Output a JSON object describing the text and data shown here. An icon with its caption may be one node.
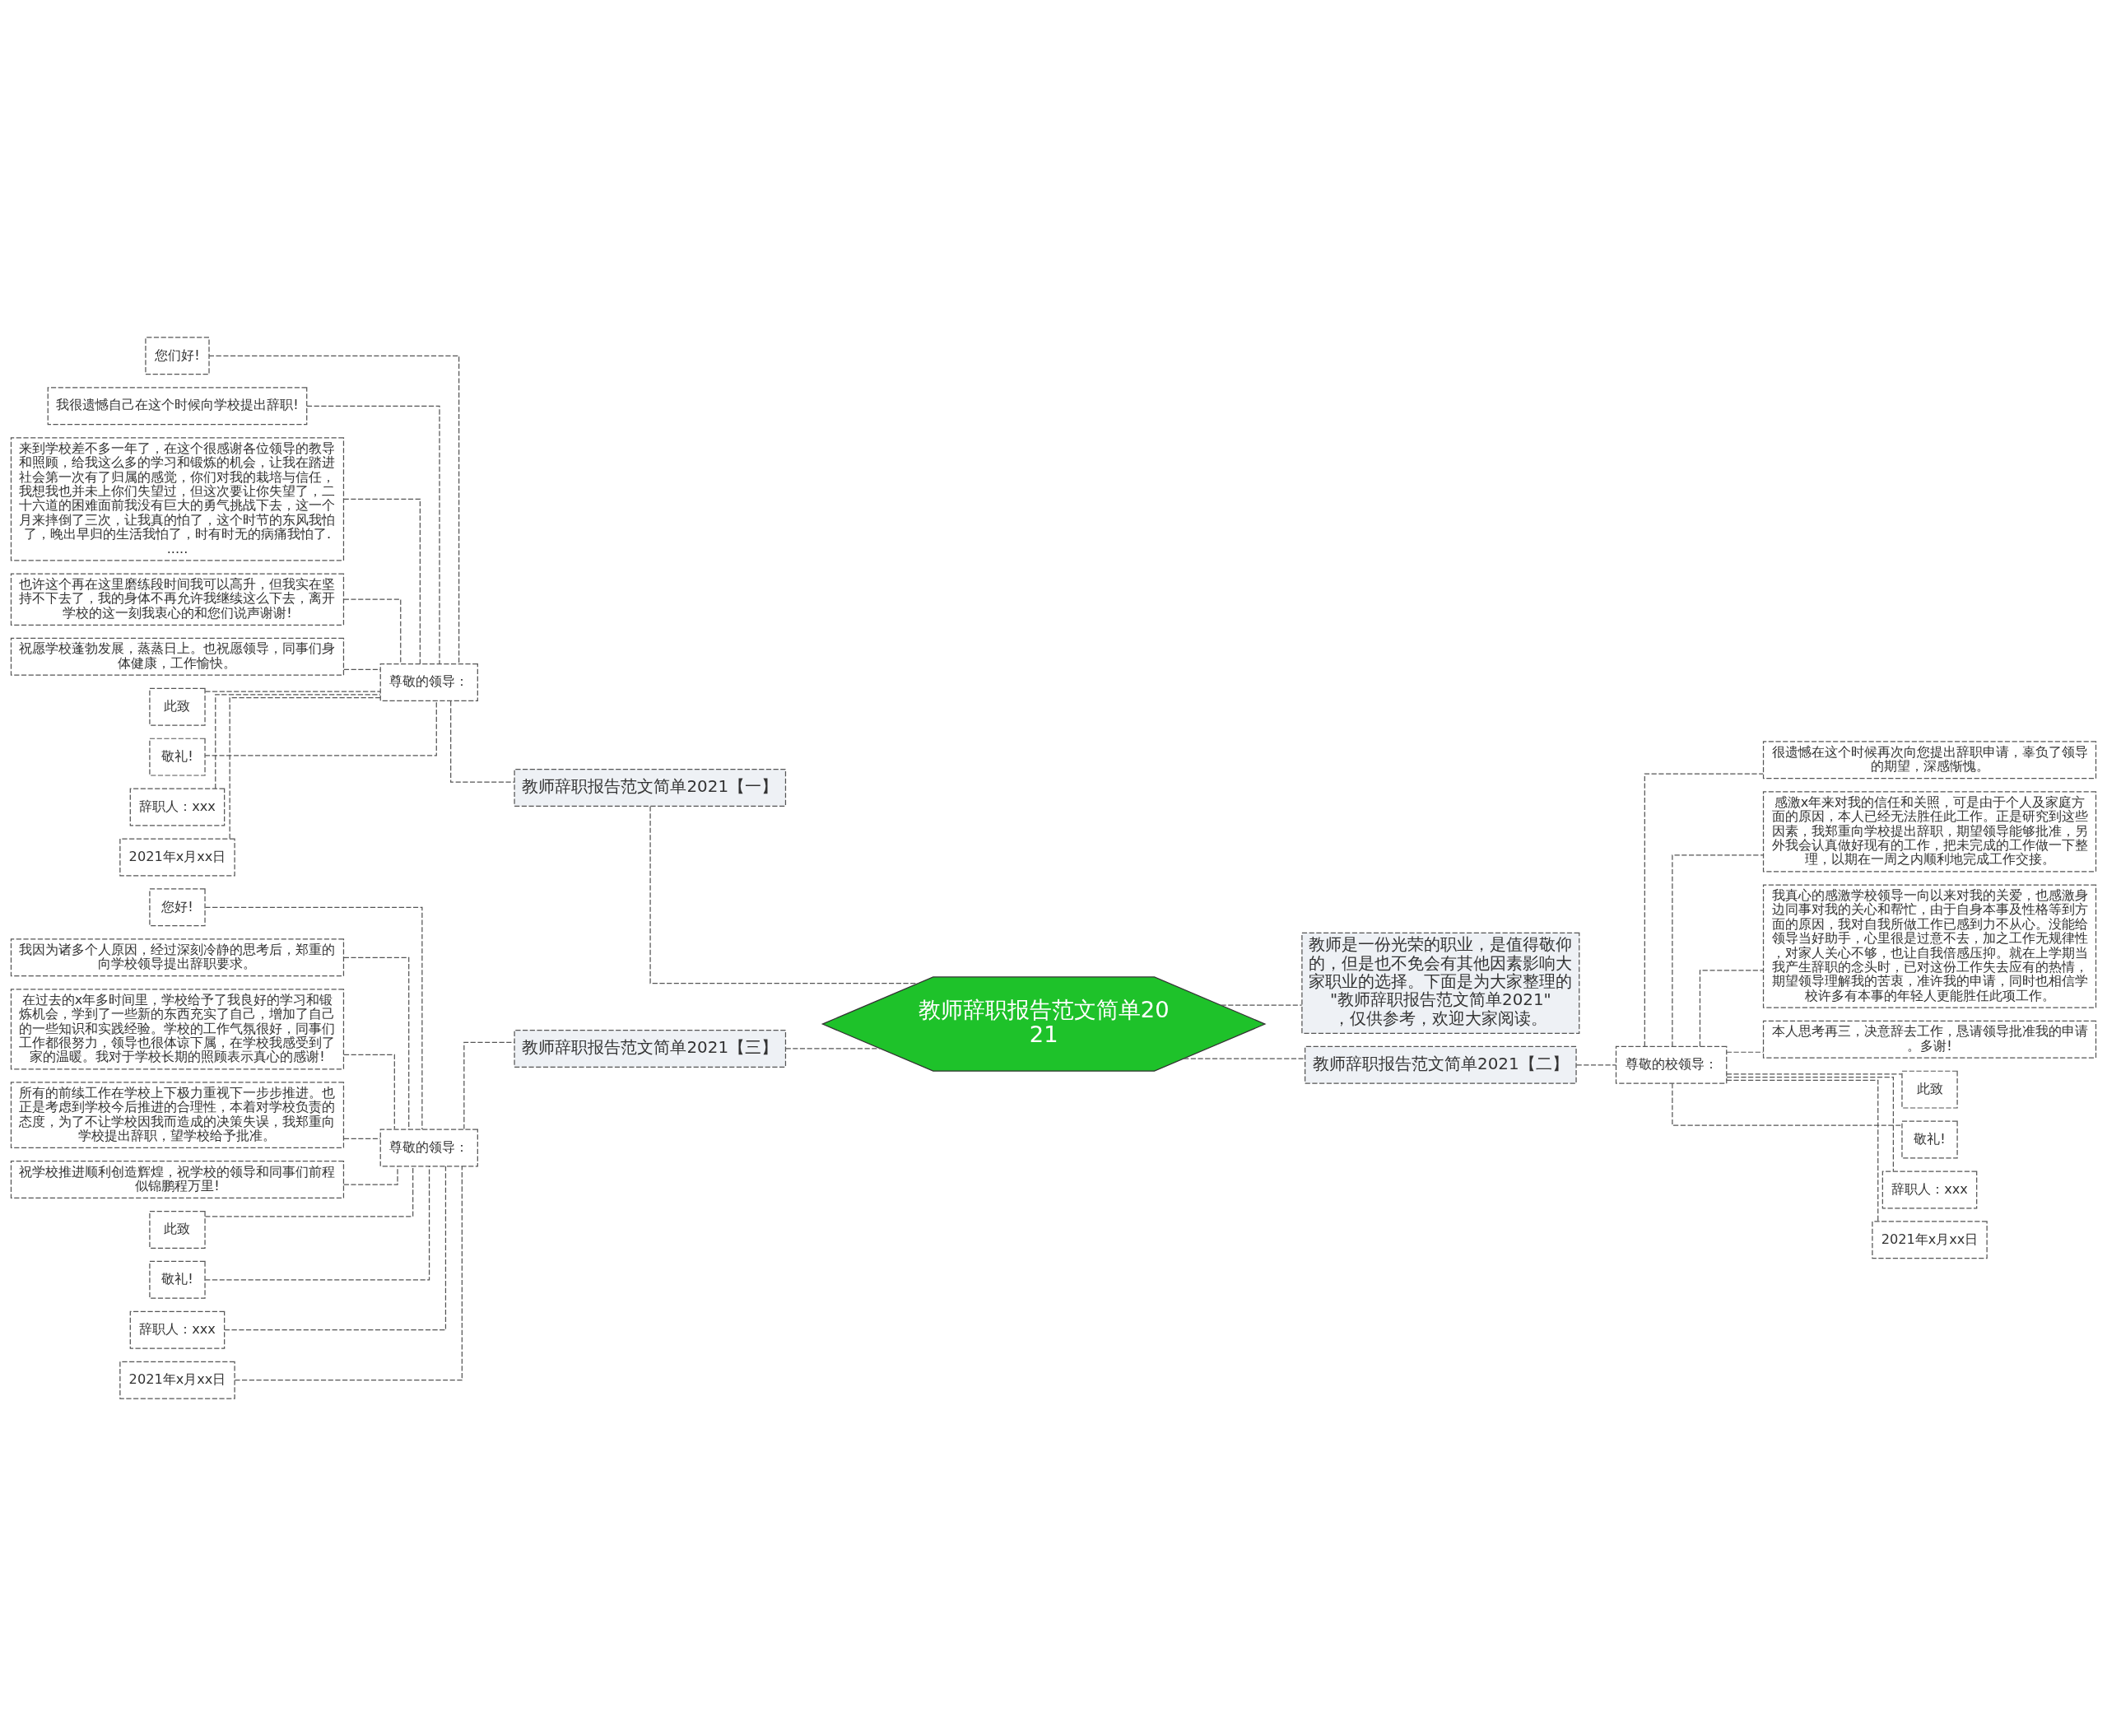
{
  "diagram": {
    "nodes": [
      {
        "text": [
          "教师辞职报告范文简单2021"
        ]
      },
      {
        "text": [
          "教师辞职报告范文简单2021【一】"
        ]
      },
      {
        "text": [
          "尊敬的领导："
        ]
      },
      {
        "text": [
          "您们好!"
        ]
      },
      {
        "text": [
          "我很遗憾自己在这个时候向学校提出辞职!"
        ]
      },
      {
        "text": [
          "来到学校差不多一年了，在这个很感谢各位领导的教导和照顾，给我这么多的学习和锻炼的机会，让我在踏进社会第一次有了归属的感觉，你们对我的栽培与信任，我想我也并未上你们失望过，但这次要让你失望了，二十六道的困难面前我没有巨大的勇气挑战下去，这一个月来摔倒了三次，让我真的怕了，这个时节的东风我怕了，晚出早归的生活我怕了，时有时无的病痛我怕了......"
        ]
      },
      {
        "text": [
          "也许这个再在这里磨练段时间我可以高升，但我实在坚持不下去了，我的身体不再允许我继续这么下去，离开学校的这一刻我衷心的和您们说声谢谢!"
        ]
      },
      {
        "text": [
          "祝愿学校蓬勃发展，蒸蒸日上。也祝愿领导，同事们身体健康，工作愉快。"
        ]
      },
      {
        "text": [
          "此致"
        ]
      },
      {
        "text": [
          "敬礼!"
        ]
      },
      {
        "text": [
          "辞职人：xxx"
        ]
      },
      {
        "text": [
          "2021年x月xx日"
        ]
      },
      {
        "text": [
          "教师是一份光荣的职业，是值得敬仰的，但是也不免会有其他因素影响大家职业的选择。下面是为大家整理的\"教师辞职报告范文简单2021\"，仅供参考，欢迎大家阅读。"
        ]
      },
      {
        "text": [
          "教师辞职报告范文简单2021【二】"
        ]
      },
      {
        "text": [
          "尊敬的校领导："
        ]
      },
      {
        "text": [
          "很遗憾在这个时候再次向您提出辞职申请，辜负了领导的期望，深感惭愧。"
        ]
      },
      {
        "text": [
          "感激x年来对我的信任和关照，可是由于个人及家庭方面的原因，本人已经无法胜任此工作。正是研究到这些因素，我郑重向学校提出辞职，期望领导能够批准，另外我会认真做好现有的工作，把未完成的工作做一下整理，以期在一周之内顺利地完成工作交接。"
        ]
      },
      {
        "text": [
          "我真心的感激学校领导一向以来对我的关爱，也感激身边同事对我的关心和帮忙，由于自身本事及性格等到方面的原因，我对自我所做工作已感到力不从心。没能给领导当好助手，心里很是过意不去，加之工作无规律性，对家人关心不够，也让自我倍感压抑。就在上学期当我产生辞职的念头时，已对这份工作失去应有的热情，期望领导理解我的苦衷，准许我的申请，同时也相信学校许多有本事的年轻人更能胜任此项工作。"
        ]
      },
      {
        "text": [
          "本人思考再三，决意辞去工作，恳请领导批准我的申请。多谢!"
        ]
      },
      {
        "text": [
          "此致"
        ]
      },
      {
        "text": [
          "敬礼!"
        ]
      },
      {
        "text": [
          "辞职人：xxx"
        ]
      },
      {
        "text": [
          "2021年x月xx日"
        ]
      },
      {
        "text": [
          "教师辞职报告范文简单2021【三】"
        ]
      },
      {
        "text": [
          "尊敬的领导："
        ]
      },
      {
        "text": [
          "您好!"
        ]
      },
      {
        "text": [
          "我因为诸多个人原因，经过深刻冷静的思考后，郑重的向学校领导提出辞职要求。"
        ]
      },
      {
        "text": [
          "在过去的x年多时间里，学校给予了我良好的学习和锻炼机会，学到了一些新的东西充实了自己，增加了自己的一些知识和实践经验。学校的工作气氛很好，同事们工作都很努力，领导也很体谅下属，在学校我感受到了家的温暖。我对于学校长期的照顾表示真心的感谢!"
        ]
      },
      {
        "text": [
          "所有的前续工作在学校上下极力重视下一步步推进。也正是考虑到学校今后推进的合理性，本着对学校负责的态度，为了不让学校因我而造成的决策失误，我郑重向学校提出辞职，望学校给予批准。"
        ]
      },
      {
        "text": [
          "祝学校推进顺利创造辉煌，祝学校的领导和同事们前程似锦鹏程万里!"
        ]
      },
      {
        "text": [
          "此致"
        ]
      },
      {
        "text": [
          "敬礼!"
        ]
      },
      {
        "text": [
          "辞职人：xxx"
        ]
      },
      {
        "text": [
          "2021年x月xx日"
        ]
      }
    ],
    "edges": [
      {
        "from": 0,
        "to": 1,
        "arrow": "none",
        "style": "dashed"
      },
      {
        "from": 1,
        "to": 2,
        "arrow": "none",
        "style": "dashed"
      },
      {
        "from": 2,
        "to": 3,
        "arrow": "none",
        "style": "dashed"
      },
      {
        "from": 2,
        "to": 4,
        "arrow": "none",
        "style": "dashed"
      },
      {
        "from": 2,
        "to": 5,
        "arrow": "none",
        "style": "dashed"
      },
      {
        "from": 2,
        "to": 6,
        "arrow": "none",
        "style": "dashed"
      },
      {
        "from": 2,
        "to": 7,
        "arrow": "none",
        "style": "dashed"
      },
      {
        "from": 2,
        "to": 8,
        "arrow": "none",
        "style": "dashed"
      },
      {
        "from": 2,
        "to": 9,
        "arrow": "none",
        "style": "dashed"
      },
      {
        "from": 2,
        "to": 10,
        "arrow": "none",
        "style": "dashed"
      },
      {
        "from": 2,
        "to": 11,
        "arrow": "none",
        "style": "dashed"
      },
      {
        "from": 0,
        "to": 12,
        "arrow": "none",
        "style": "dashed"
      },
      {
        "from": 0,
        "to": 13,
        "arrow": "none",
        "style": "dashed"
      },
      {
        "from": 13,
        "to": 14,
        "arrow": "none",
        "style": "dashed"
      },
      {
        "from": 14,
        "to": 15,
        "arrow": "none",
        "style": "dashed"
      },
      {
        "from": 14,
        "to": 16,
        "arrow": "none",
        "style": "dashed"
      },
      {
        "from": 14,
        "to": 17,
        "arrow": "none",
        "style": "dashed"
      },
      {
        "from": 14,
        "to": 18,
        "arrow": "none",
        "style": "dashed"
      },
      {
        "from": 14,
        "to": 19,
        "arrow": "none",
        "style": "dashed"
      },
      {
        "from": 14,
        "to": 20,
        "arrow": "none",
        "style": "dashed"
      },
      {
        "from": 14,
        "to": 21,
        "arrow": "none",
        "style": "dashed"
      },
      {
        "from": 14,
        "to": 22,
        "arrow": "none",
        "style": "dashed"
      },
      {
        "from": 0,
        "to": 23,
        "arrow": "none",
        "style": "dashed"
      },
      {
        "from": 23,
        "to": 24,
        "arrow": "none",
        "style": "dashed"
      },
      {
        "from": 24,
        "to": 25,
        "arrow": "none",
        "style": "dashed"
      },
      {
        "from": 24,
        "to": 26,
        "arrow": "none",
        "style": "dashed"
      },
      {
        "from": 24,
        "to": 27,
        "arrow": "none",
        "style": "dashed"
      },
      {
        "from": 24,
        "to": 28,
        "arrow": "none",
        "style": "dashed"
      },
      {
        "from": 24,
        "to": 29,
        "arrow": "none",
        "style": "dashed"
      },
      {
        "from": 24,
        "to": 30,
        "arrow": "none",
        "style": "dashed"
      },
      {
        "from": 24,
        "to": 31,
        "arrow": "none",
        "style": "dashed"
      },
      {
        "from": 24,
        "to": 32,
        "arrow": "none",
        "style": "dashed"
      },
      {
        "from": 24,
        "to": 33,
        "arrow": "none",
        "style": "dashed"
      }
    ]
  }
}
